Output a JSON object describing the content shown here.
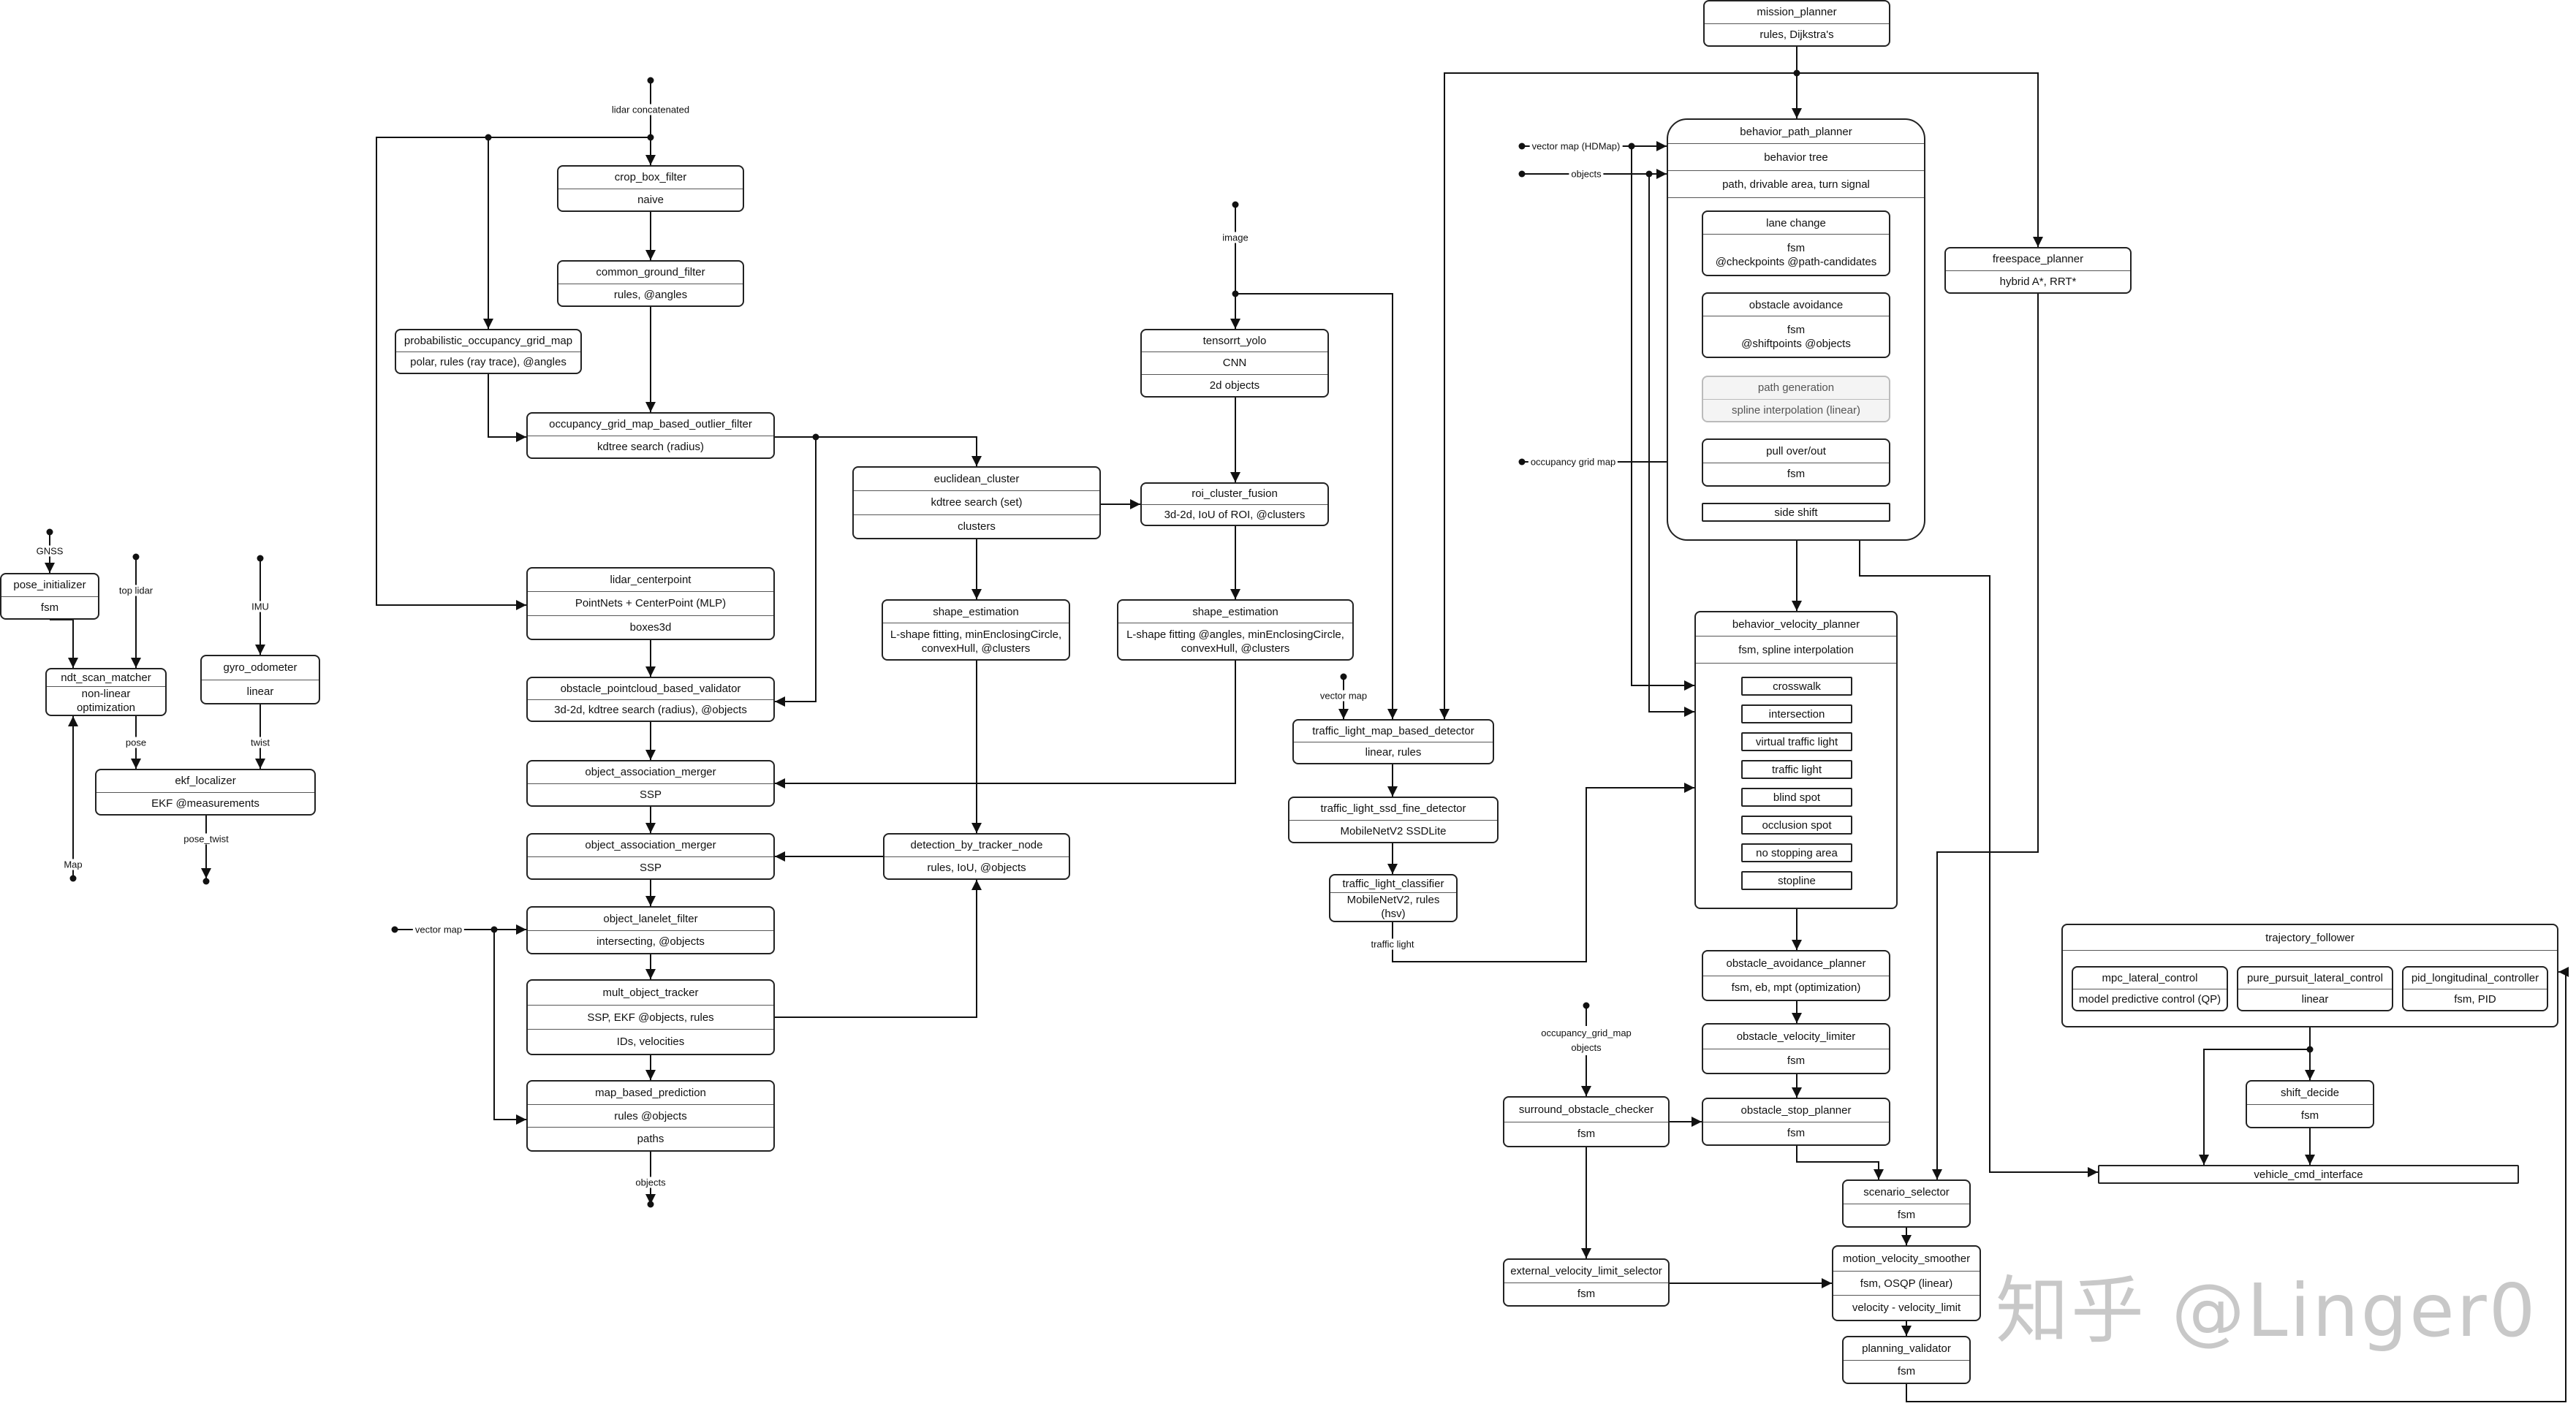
{
  "nodes": {
    "crop_box_filter": [
      "crop_box_filter",
      "naive"
    ],
    "common_ground_filter": [
      "common_ground_filter",
      "rules, @angles"
    ],
    "probabilistic_occupancy_grid_map": [
      "probabilistic_occupancy_grid_map",
      "polar, rules (ray trace), @angles"
    ],
    "occupancy_grid_map_based_outlier_filter": [
      "occupancy_grid_map_based_outlier_filter",
      "kdtree search (radius)"
    ],
    "euclidean_cluster": [
      "euclidean_cluster",
      "kdtree search (set)",
      "clusters"
    ],
    "tensorrt_yolo": [
      "tensorrt_yolo",
      "CNN",
      "2d objects"
    ],
    "roi_cluster_fusion": [
      "roi_cluster_fusion",
      "3d-2d, IoU of ROI, @clusters"
    ],
    "lidar_centerpoint": [
      "lidar_centerpoint",
      "PointNets + CenterPoint (MLP)",
      "boxes3d"
    ],
    "shape_estimation_a": [
      "shape_estimation",
      "L-shape fitting, minEnclosingCircle, convexHull, @clusters"
    ],
    "shape_estimation_b": [
      "shape_estimation",
      "L-shape fitting @angles, minEnclosingCircle, convexHull, @clusters"
    ],
    "obstacle_pointcloud_based_validator": [
      "obstacle_pointcloud_based_validator",
      "3d-2d, kdtree search (radius), @objects"
    ],
    "object_association_merger_a": [
      "object_association_merger",
      "SSP"
    ],
    "object_association_merger_b": [
      "object_association_merger",
      "SSP"
    ],
    "detection_by_tracker_node": [
      "detection_by_tracker_node",
      "rules, IoU, @objects"
    ],
    "object_lanelet_filter": [
      "object_lanelet_filter",
      "intersecting, @objects"
    ],
    "mult_object_tracker": [
      "mult_object_tracker",
      "SSP, EKF @objects, rules",
      "IDs, velocities"
    ],
    "map_based_prediction": [
      "map_based_prediction",
      "rules @objects",
      "paths"
    ],
    "pose_initializer": [
      "pose_initializer",
      "fsm"
    ],
    "ndt_scan_matcher": [
      "ndt_scan_matcher",
      "non-linear optimization"
    ],
    "gyro_odometer": [
      "gyro_odometer",
      "linear"
    ],
    "ekf_localizer": [
      "ekf_localizer",
      "EKF @measurements"
    ],
    "traffic_light_map_based_detector": [
      "traffic_light_map_based_detector",
      "linear, rules"
    ],
    "traffic_light_ssd_fine_detector": [
      "traffic_light_ssd_fine_detector",
      "MobileNetV2 SSDLite"
    ],
    "traffic_light_classifier": [
      "traffic_light_classifier",
      "MobileNetV2, rules (hsv)"
    ],
    "mission_planner": [
      "mission_planner",
      "rules, Dijkstra's"
    ],
    "behavior_path_planner": [
      "behavior_path_planner",
      "behavior tree",
      "path, drivable area, turn signal"
    ],
    "lane_change": [
      "lane change",
      "fsm\n@checkpoints @path-candidates"
    ],
    "obstacle_avoidance": [
      "obstacle avoidance",
      "fsm\n@shiftpoints @objects"
    ],
    "path_generation": [
      "path generation",
      "spline interpolation (linear)"
    ],
    "pull_over_out": [
      "pull over/out",
      "fsm"
    ],
    "side_shift": [
      "side shift"
    ],
    "freespace_planner": [
      "freespace_planner",
      "hybrid A*, RRT*"
    ],
    "behavior_velocity_planner": [
      "behavior_velocity_planner",
      "fsm, spline interpolation"
    ],
    "crosswalk": [
      "crosswalk"
    ],
    "intersection": [
      "intersection"
    ],
    "virtual_traffic_light": [
      "virtual traffic light"
    ],
    "traffic_light": [
      "traffic light"
    ],
    "blind_spot": [
      "blind spot"
    ],
    "occlusion_spot": [
      "occlusion spot"
    ],
    "no_stopping_area": [
      "no stopping area"
    ],
    "stopline": [
      "stopline"
    ],
    "obstacle_avoidance_planner": [
      "obstacle_avoidance_planner",
      "fsm, eb, mpt (optimization)"
    ],
    "obstacle_velocity_limiter": [
      "obstacle_velocity_limiter",
      "fsm"
    ],
    "obstacle_stop_planner": [
      "obstacle_stop_planner",
      "fsm"
    ],
    "surround_obstacle_checker": [
      "surround_obstacle_checker",
      "fsm"
    ],
    "external_velocity_limit_selector": [
      "external_velocity_limit_selector",
      "fsm"
    ],
    "scenario_selector": [
      "scenario_selector",
      "fsm"
    ],
    "motion_velocity_smoother": [
      "motion_velocity_smoother",
      "fsm, OSQP (linear)",
      "velocity - velocity_limit"
    ],
    "planning_validator": [
      "planning_validator",
      "fsm"
    ],
    "trajectory_follower": [
      "trajectory_follower"
    ],
    "mpc_lateral_control": [
      "mpc_lateral_control",
      "model predictive control (QP)"
    ],
    "pure_pursuit_lateral_control": [
      "pure_pursuit_lateral_control",
      "linear"
    ],
    "pid_longitudinal_controller": [
      "pid_longitudinal_controller",
      "fsm, PID"
    ],
    "shift_decide": [
      "shift_decide",
      "fsm"
    ],
    "vehicle_cmd_interface": [
      "vehicle_cmd_interface"
    ]
  },
  "labels": {
    "lidar_concatenated": "lidar concatenated",
    "image": "image",
    "gnss": "GNSS",
    "top_lidar": "top lidar",
    "imu": "IMU",
    "pose": "pose",
    "twist": "twist",
    "map": "Map",
    "pose_twist": "pose_twist",
    "vector_map_perception": "vector map",
    "objects_out": "objects",
    "vector_map_tl": "vector map",
    "traffic_light_out": "traffic light",
    "vector_map_hdmap": "vector map (HDMap)",
    "objects_in": "objects",
    "occupancy_grid_map": "occupancy grid map",
    "occupancy_grid_map_objects": "occupancy_grid_map\nobjects"
  },
  "watermark": "知乎 @Linger0"
}
